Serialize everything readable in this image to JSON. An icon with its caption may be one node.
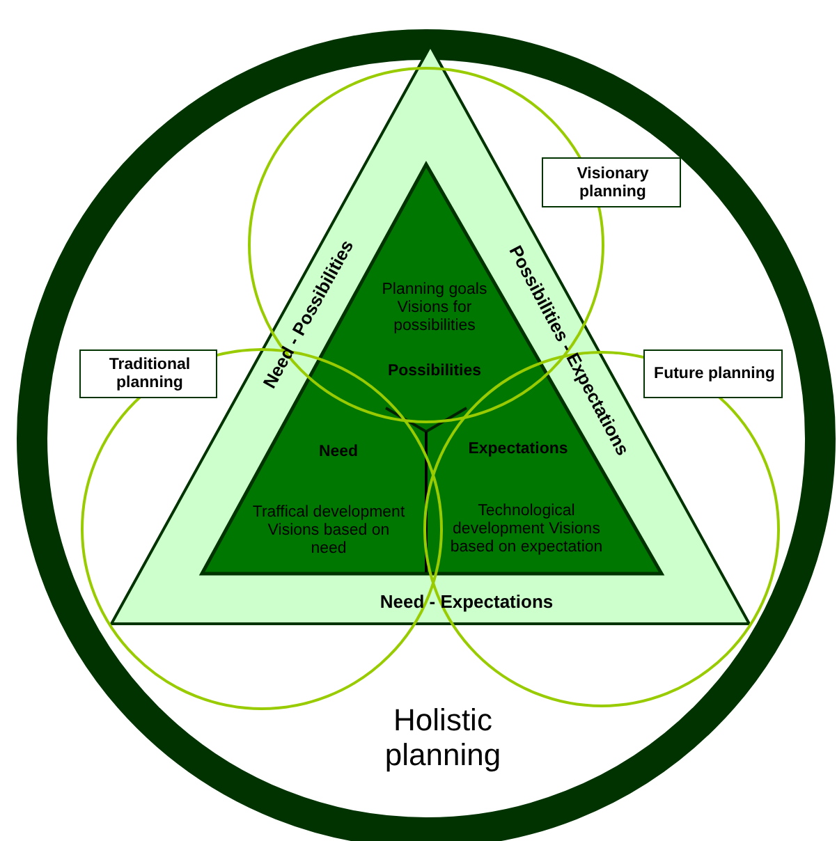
{
  "diagram": {
    "nodes": [
      {
        "text": [
          "Holistic planning"
        ]
      },
      {
        "text": [
          "Need - Possibilities",
          "Possibilities - Expectations",
          "Need - Expectations"
        ],
        "in": 0
      },
      {
        "text": [
          "Planning goals Visions for possibilities",
          "Possibilities",
          "Need",
          "Traffical development Visions based on need",
          "Expectations",
          "Technological development Visions based on expectation"
        ],
        "in": 1
      },
      {
        "text": [
          "Visionary planning"
        ],
        "in": 0
      },
      {
        "text": [
          "Traditional planning"
        ],
        "in": 0
      },
      {
        "text": [
          "Future planning"
        ],
        "in": 0
      }
    ]
  }
}
